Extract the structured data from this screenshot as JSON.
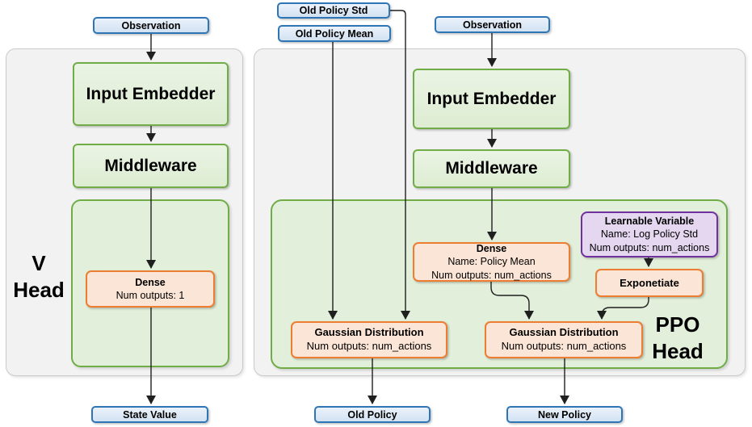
{
  "colors": {
    "blue_border": "#2e75b6",
    "blue_fill": "#d9e6f4",
    "green_border": "#70ad47",
    "green_fill": "#e2efda",
    "orange_border": "#ed7d31",
    "orange_fill": "#fbe5d6",
    "purple_border": "#7030a0",
    "purple_fill": "#e4d7ef",
    "panel_fill": "#f2f2f2",
    "panel_border": "#c9c9c9",
    "arrow": "#1f1f1f"
  },
  "v_head": {
    "label_line1": "V",
    "label_line2": "Head",
    "observation": "Observation",
    "input_embedder": "Input Embedder",
    "middleware": "Middleware",
    "dense": {
      "title": "Dense",
      "outputs": "Num outputs: 1"
    },
    "output": "State Value"
  },
  "ppo_head": {
    "label_line1": "PPO",
    "label_line2": "Head",
    "old_policy_std": "Old Policy Std",
    "old_policy_mean": "Old Policy Mean",
    "observation": "Observation",
    "input_embedder": "Input Embedder",
    "middleware": "Middleware",
    "dense_policy_mean": {
      "title": "Dense",
      "name": "Name: Policy Mean",
      "outputs": "Num outputs: num_actions"
    },
    "learnable_variable": {
      "title": "Learnable Variable",
      "name": "Name: Log Policy Std",
      "outputs": "Num outputs: num_actions"
    },
    "exponetiate": "Exponetiate",
    "gaussian_old": {
      "title": "Gaussian Distribution",
      "outputs": "Num outputs: num_actions"
    },
    "gaussian_new": {
      "title": "Gaussian Distribution",
      "outputs": "Num outputs: num_actions"
    },
    "old_policy_output": "Old Policy",
    "new_policy_output": "New Policy"
  }
}
